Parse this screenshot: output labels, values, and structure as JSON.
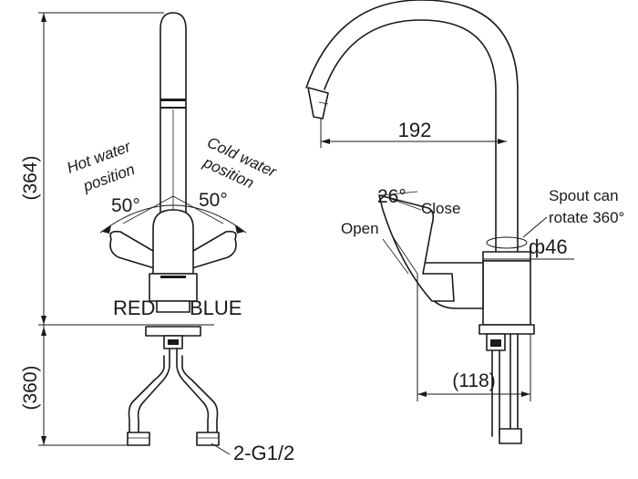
{
  "left_view": {
    "total_height_dim": "(364)",
    "lower_height_dim": "(360)",
    "hot_label_line1": "Hot water",
    "hot_label_line2": "position",
    "hot_angle": "50°",
    "cold_label_line1": "Cold water",
    "cold_label_line2": "position",
    "cold_angle": "50°",
    "red_label": "RED",
    "blue_label": "BLUE",
    "connection": "2-G1/2"
  },
  "right_view": {
    "reach_dim": "192",
    "handle_angle": "26°",
    "close_label": "Close",
    "open_label": "Open",
    "spout_note_line1": "Spout can",
    "spout_note_line2": "rotate 360°",
    "diameter_dim": "ф46",
    "base_dim": "(118)"
  }
}
